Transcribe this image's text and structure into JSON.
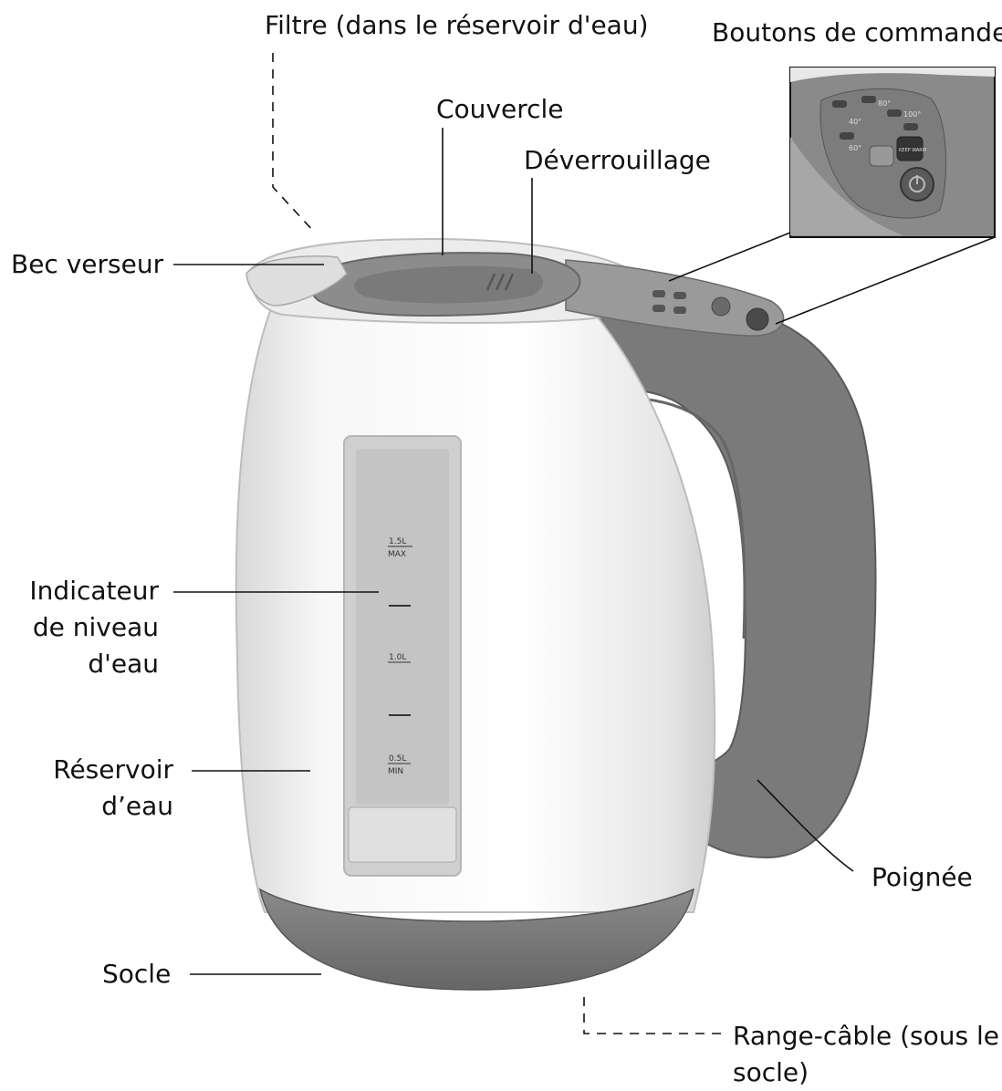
{
  "labels": {
    "filtre": "Filtre (dans le réservoir d'eau)",
    "boutons": "Boutons de commande",
    "couvercle": "Couvercle",
    "deverrouillage": "Déverrouillage",
    "bec": "Bec verseur",
    "indicateur": [
      "Indicateur",
      "de niveau",
      "d'eau"
    ],
    "reservoir": [
      "Réservoir",
      "d’eau"
    ],
    "poignee": "Poignée",
    "socle": "Socle",
    "range": [
      "Range-câble (sous le",
      "socle)"
    ]
  },
  "water_gauge_marks": [
    {
      "value": "1.5L",
      "sub": "MAX"
    },
    {
      "value": "1.0L"
    },
    {
      "value": "0.5L",
      "sub": "MIN"
    }
  ],
  "panel_marks": [
    "40°",
    "60°",
    "80°",
    "100°",
    "KEEP WARM"
  ],
  "colors": {
    "body": "#f4f4f4",
    "accent": "#7a7a7a",
    "accent_dark": "#5f5f5f",
    "window": "#c9c9c9",
    "line": "#111111"
  }
}
